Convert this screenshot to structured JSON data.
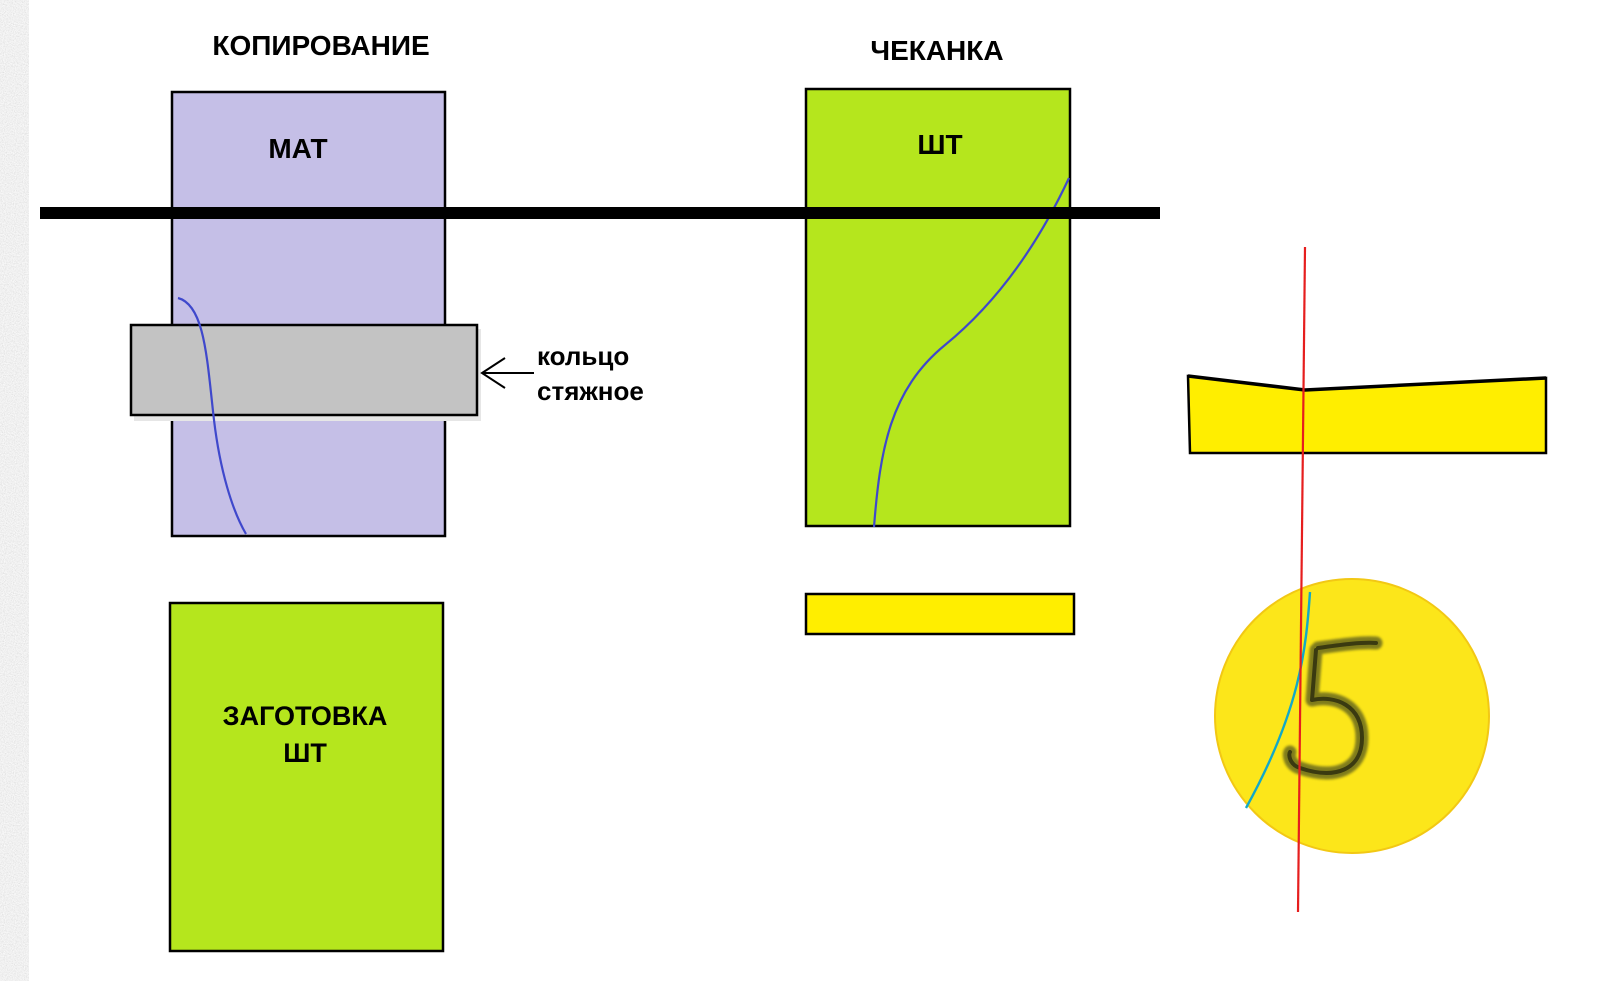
{
  "labels": {
    "copying_title": "КОПИРОВАНИЕ",
    "coining_title": "ЧЕКАНКА",
    "matrix_label": "МАТ",
    "punch_label": "ШТ",
    "blank_label_line1": "ЗАГОТОВКА",
    "blank_label_line2": "ШТ",
    "ring_label_line1": "кольцо",
    "ring_label_line2": "стяжное",
    "coin_digit": "5"
  },
  "colors": {
    "matrix_fill": "#c5bfe7",
    "punch_fill": "#b5e61d",
    "ring_fill": "#c3c3c3",
    "gold_fill": "#ffee00",
    "coin_fill": "#fce61a",
    "curve_blue": "#3f48cc",
    "axis_red": "#e61e1e",
    "cyan_curve": "#12a8c8",
    "bar_black": "#000000",
    "texture_gray": "#b3b3b3"
  }
}
